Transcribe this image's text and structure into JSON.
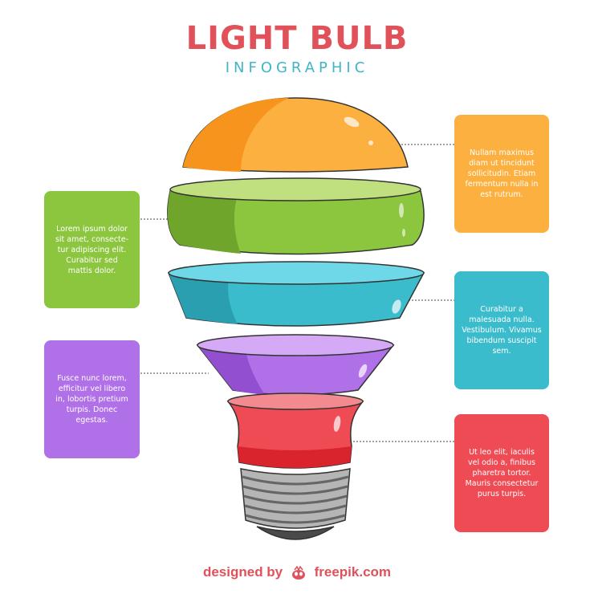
{
  "header": {
    "title": "LIGHT BULB",
    "subtitle": "INFOGRAPHIC"
  },
  "boxes": [
    {
      "text": "Nullam maximus\ndiam ut tincidunt\nsollicitudin. Etiam\nfermentum nulla in\nest rutrum.",
      "color": "#fcb040"
    },
    {
      "text": "Lorem ipsum dolor\nsit amet, consecte-\ntur adipiscing elit.\nCurabitur sed\nmattis dolor.",
      "color": "#8cc63f"
    },
    {
      "text": "Curabitur a\nmalesuada nulla.\nVestibulum. Vivamus\nbibendum suscipit\nsem.",
      "color": "#3bbccc"
    },
    {
      "text": "Fusce nunc lorem,\nefficitur vel libero\nin, lobortis pretium\nturpis. Donec\negestas.",
      "color": "#b070e8"
    },
    {
      "text": "Ut leo elit, iaculis\nvel odio a, finibus\npharetra tortor.\nMauris consectetur\npurus turpis.",
      "color": "#ef4b55"
    }
  ],
  "footer": {
    "prefix": "designed by",
    "brand": "freepik.com"
  },
  "colors": {
    "title": "#e0515a",
    "subtitle": "#3fb5c7",
    "orange": "#fcb040",
    "green": "#8cc63f",
    "cyan": "#3bbccc",
    "purple": "#b070e8",
    "red": "#ef4b55",
    "base": "#9a9a9a"
  }
}
